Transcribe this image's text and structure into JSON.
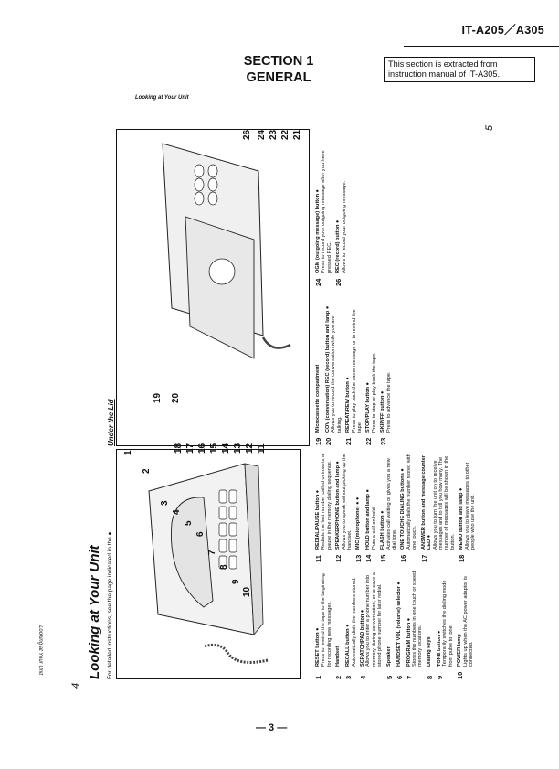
{
  "header": {
    "model": "IT-A205／A305",
    "section_line1": "SECTION 1",
    "section_line2": "GENERAL",
    "note_line1": "This section is extracted from",
    "note_line2": "instruction manual of IT-A305.",
    "running_title": "Looking at Your Unit"
  },
  "page": {
    "title": "Looking at Your Unit",
    "subnote": "For detailed instructions, see the page indicated in the ●.",
    "side_label": "Looking at Your Unit",
    "page_left": "4",
    "page_right": "5",
    "under_lid": "Under the Lid",
    "footer_page": "— 3 —"
  },
  "left_callouts": [
    "1",
    "2",
    "3",
    "4",
    "5",
    "6",
    "7",
    "8",
    "9",
    "10"
  ],
  "right_callouts": [
    "18",
    "17",
    "16",
    "15",
    "14",
    "13",
    "12",
    "11"
  ],
  "lid_callouts_right": [
    "26",
    "24",
    "23",
    "22",
    "21"
  ],
  "lid_callouts_left": [
    "19",
    "20"
  ],
  "col1": [
    {
      "n": "1",
      "h": "RESET button ●",
      "b": "Press to rewind the tape to the beginning for recording new messages."
    },
    {
      "n": "2",
      "h": "Handset",
      "b": ""
    },
    {
      "n": "3",
      "h": "RECALL button ●",
      "b": "Automatically dials the numbers stored."
    },
    {
      "n": "4",
      "h": "SCRATCHPAD button ●",
      "b": "Allows you to enter a phone number into memory during conversation, or to save a stored phone number for later redial."
    },
    {
      "n": "5",
      "h": "Speaker",
      "b": ""
    },
    {
      "n": "6",
      "h": "HANDSET VOL (volume) selector ●",
      "b": ""
    },
    {
      "n": "7",
      "h": "PROGRAM button ●",
      "b": "Stores the numbers in one touch or speed memory locations."
    },
    {
      "n": "8",
      "h": "Dialing keys",
      "b": ""
    },
    {
      "n": "9",
      "h": "TONE button ●",
      "b": "Temporarily switches the dialing mode from pulse to tone."
    },
    {
      "n": "10",
      "h": "POWER lamp",
      "b": "Lights up when the AC power adaptor is connected."
    }
  ],
  "col2": [
    {
      "n": "11",
      "h": "REDIAL/PAUSE button ●",
      "b": "Redials the last number called or inserts a pause in the memory dialing sequence."
    },
    {
      "n": "12",
      "h": "SPEAKERPHONE button and lamp ●",
      "b": "Allows you to speak without picking up the handset."
    },
    {
      "n": "13",
      "h": "MIC (microphone) ● ●",
      "b": ""
    },
    {
      "n": "14",
      "h": "HOLD button and lamp ●",
      "b": "Puts a call on hold."
    },
    {
      "n": "15",
      "h": "FLASH button ●",
      "b": "Activates call waiting or gives you a new dial tone."
    },
    {
      "n": "16",
      "h": "ONE TOUCHE DIALING buttons ●",
      "b": "Automatically dials the number stored with one touch."
    },
    {
      "n": "17",
      "h": "ANSWER button and message counter LED ●",
      "b": "Allows you to turn the unit on to receive messages and to tell you how many. The number of messages will be shown in the button."
    },
    {
      "n": "18",
      "h": "MEMO button and lamp ●",
      "b": "Allows you to leave messages to other people who use the unit."
    }
  ],
  "col3": [
    {
      "n": "19",
      "h": "Microcassette compartment",
      "b": ""
    },
    {
      "n": "20",
      "h": "COV (conversation) REC (record) button and lamp ●",
      "b": "Allows you to record the conversation while you are talking."
    },
    {
      "n": "21",
      "h": "REPEAT/REW button ●",
      "b": "Press to play back the same message or to rewind the tape."
    },
    {
      "n": "22",
      "h": "STOP/PLAY button ●",
      "b": "Press to stop or play back the tape."
    },
    {
      "n": "23",
      "h": "SKIP/FF button ●",
      "b": "Press to advance the tape."
    }
  ],
  "col4": [
    {
      "n": "24",
      "h": "OGM (outgoing message) button ●",
      "b": "Press to record your outgoing message after you have pressed REC."
    },
    {
      "n": "26",
      "h": "REC (record) button ●",
      "b": "Allows to record your outgoing message."
    }
  ]
}
